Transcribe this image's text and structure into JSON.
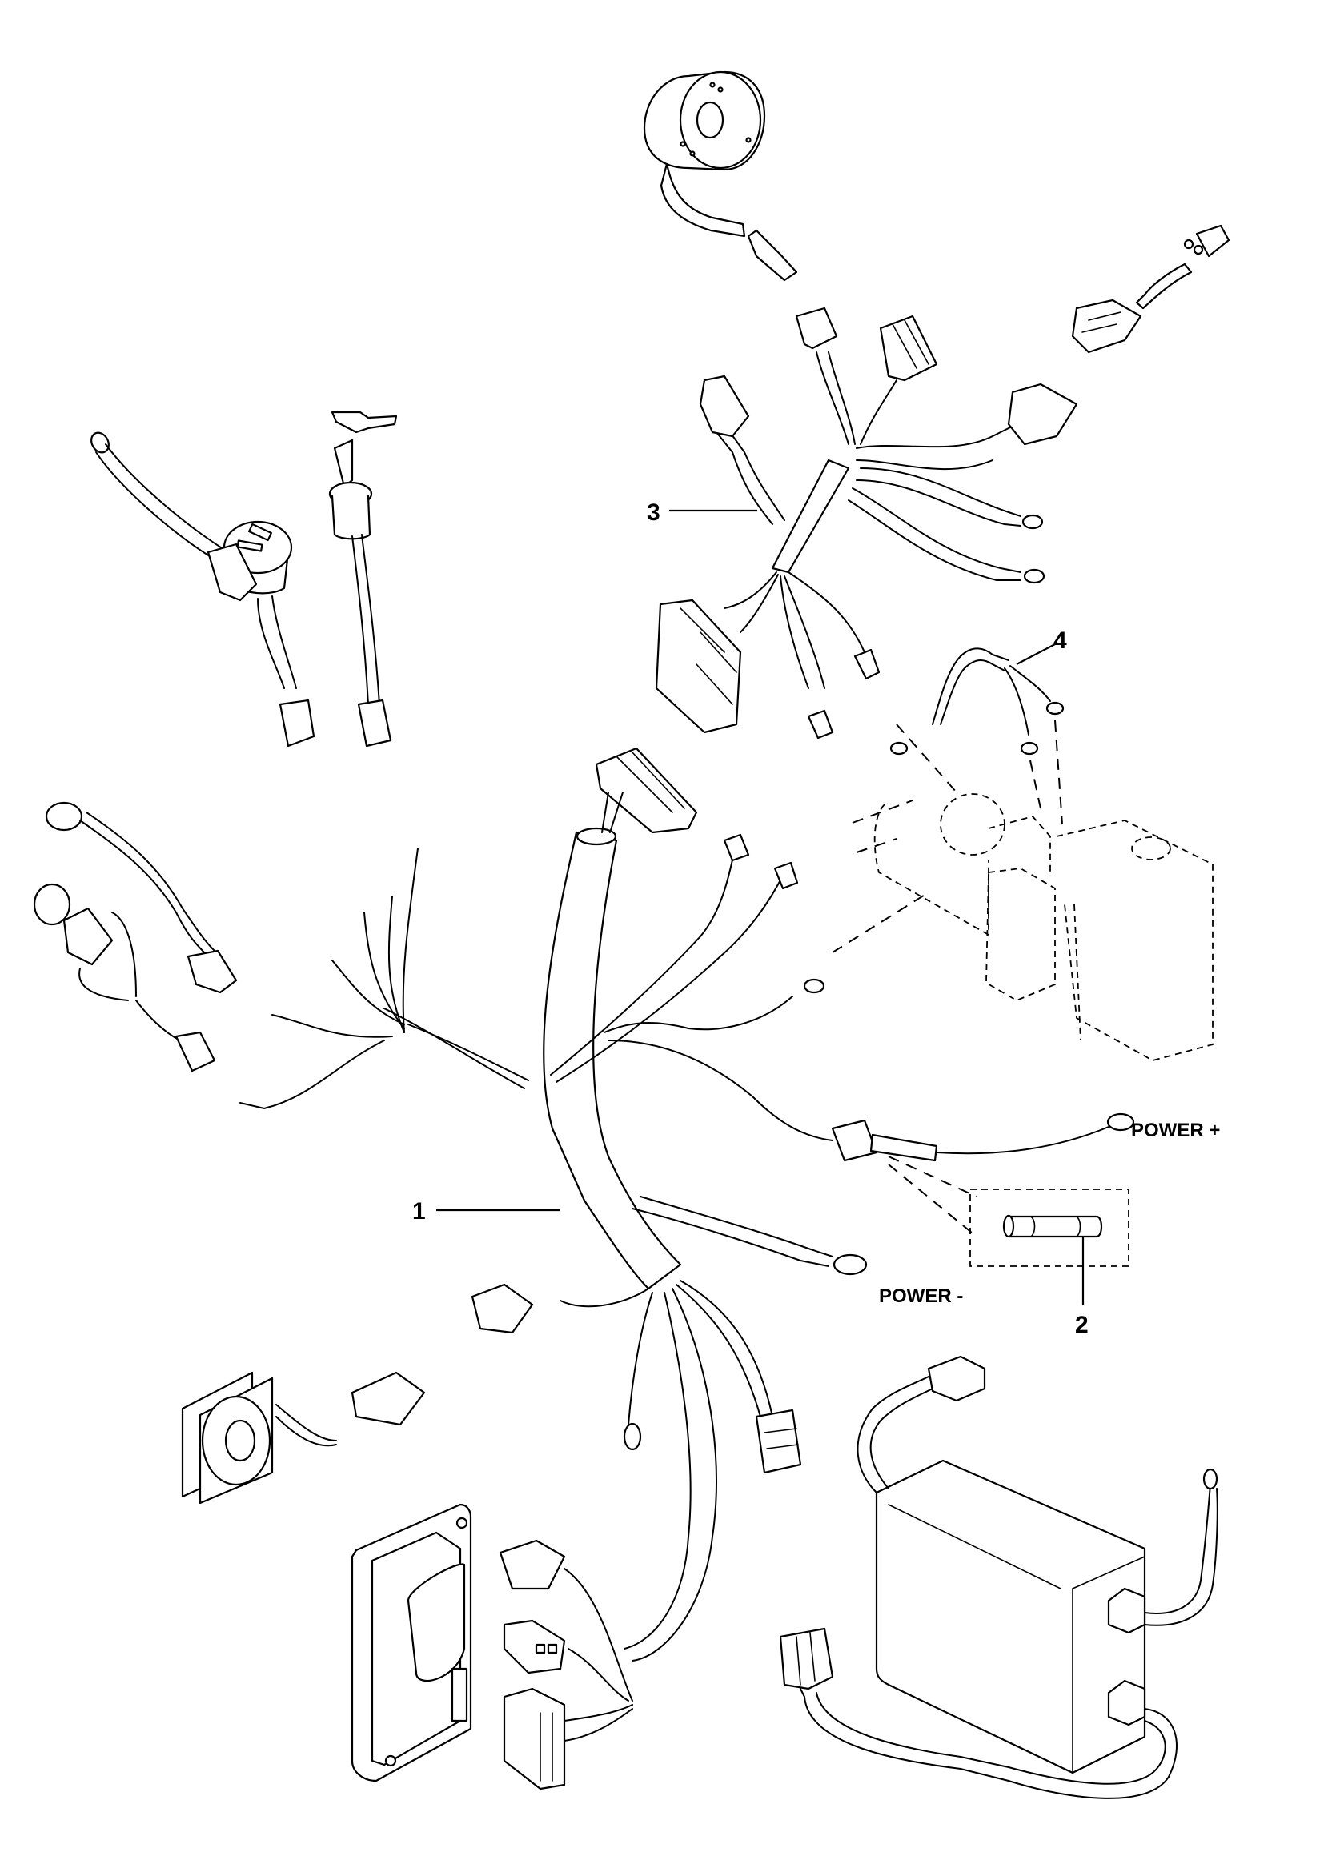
{
  "diagram": {
    "type": "exploded wiring harness parts diagram",
    "line_color": "#000000",
    "background": "#ffffff",
    "callouts": [
      {
        "id": "1",
        "label": "1",
        "refers_to": "main wiring harness"
      },
      {
        "id": "2",
        "label": "2",
        "refers_to": "fuse (cartridge, shown in dashed detail box)"
      },
      {
        "id": "3",
        "label": "3",
        "refers_to": "sub-harness with multi-pin connectors and ring terminals"
      },
      {
        "id": "4",
        "label": "4",
        "refers_to": "pump motor jumper cable with ring terminals"
      }
    ],
    "terminal_labels": {
      "power_plus": "POWER +",
      "power_minus": "POWER -"
    },
    "components": [
      "cylindrical sensor / coil with connector",
      "micro switch with connector",
      "battery gauge / hour meter",
      "key switch with keys",
      "temperature probe",
      "horn / buzzer",
      "emergency stop button",
      "pump motor assembly with reservoir (dashed, reference)",
      "in-line fuse holder",
      "cooling fan with connector",
      "controller module",
      "battery charger",
      "multi-pin connectors"
    ]
  }
}
